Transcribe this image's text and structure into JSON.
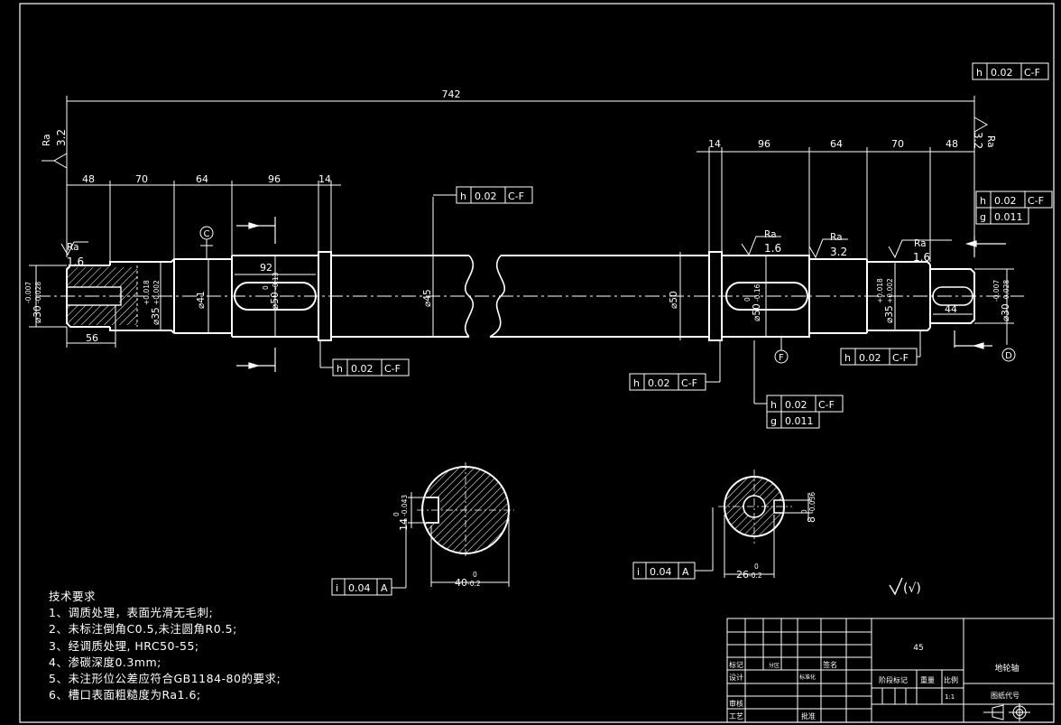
{
  "dims": {
    "overall": "742",
    "left_segments": [
      "48",
      "70",
      "64",
      "96",
      "14"
    ],
    "right_segments": [
      "14",
      "96",
      "64",
      "70",
      "48"
    ],
    "keyway_left_len": "92",
    "keyway_right_len": "44",
    "end_len_left": "56"
  },
  "diameters": {
    "d30_left": "⌀30",
    "d30_left_tol_upper": "-0.007",
    "d30_left_tol_lower": "-0.028",
    "d35_left": "⌀35",
    "d35_left_tol_upper": "+0.018",
    "d35_left_tol_lower": "+0.002",
    "d41": "⌀41",
    "d50_left": "⌀50",
    "d50_left_tol_upper": "0",
    "d50_left_tol_lower": "-0.13",
    "d45": "⌀45",
    "d50_mid": "⌀50",
    "d50_right": "⌀50",
    "d50_right_tol_upper": "0",
    "d50_right_tol_lower": "-0.16",
    "d35_right": "⌀35",
    "d35_right_tol_upper": "+0.018",
    "d35_right_tol_lower": "+0.002",
    "d30_right": "⌀30",
    "d30_right_tol_upper": "-0.007",
    "d30_right_tol_lower": "-0.028"
  },
  "roughness": {
    "label": "Ra",
    "v32_left": "3.2",
    "v16_left": "1.6",
    "v32_right": "3.2",
    "v16_a": "1.6",
    "v32_b": "3.2",
    "v16_c": "1.6",
    "general": "(√)"
  },
  "datums": {
    "c": "C",
    "f": "F",
    "d": "D"
  },
  "tolerance_frames": {
    "sym_h": "h",
    "sym_g": "g",
    "sym_i": "i",
    "v002": "0.02",
    "v0011": "0.011",
    "v004": "0.04",
    "ref_cf": "C-F",
    "ref_a": "A"
  },
  "sections": {
    "left_width": "14",
    "left_width_tol": "-0.043",
    "left_width_tol0": "0",
    "left_depth": "40",
    "left_depth_tol": "-0.2",
    "left_depth_tol0": "0",
    "right_width": "8",
    "right_width_tol": "-0.036",
    "right_width_tol0": "0",
    "right_depth": "26",
    "right_depth_tol": "-0.2",
    "right_depth_tol0": "0"
  },
  "tech_requirements": {
    "title": "技术要求",
    "items": [
      "1、调质处理，表面光滑无毛刺;",
      "2、未标注倒角C0.5,未注圆角R0.5;",
      "3、经调质处理, HRC50-55;",
      "4、渗碳深度0.3mm;",
      "5、未注形位公差应符合GB1184-80的要求;",
      "6、槽口表面粗糙度为Ra1.6;"
    ]
  },
  "title_block": {
    "material": "45",
    "part_name": "地轮轴",
    "mark": "标记",
    "zones": "分区",
    "sign": "签名",
    "design": "设计",
    "standardize": "标准化",
    "stage_mark": "阶段标记",
    "weight": "重量",
    "scale_label": "比例",
    "scale": "1:1",
    "drawing_no": "图纸代号",
    "review": "审核",
    "process": "工艺",
    "approve": "批准"
  }
}
